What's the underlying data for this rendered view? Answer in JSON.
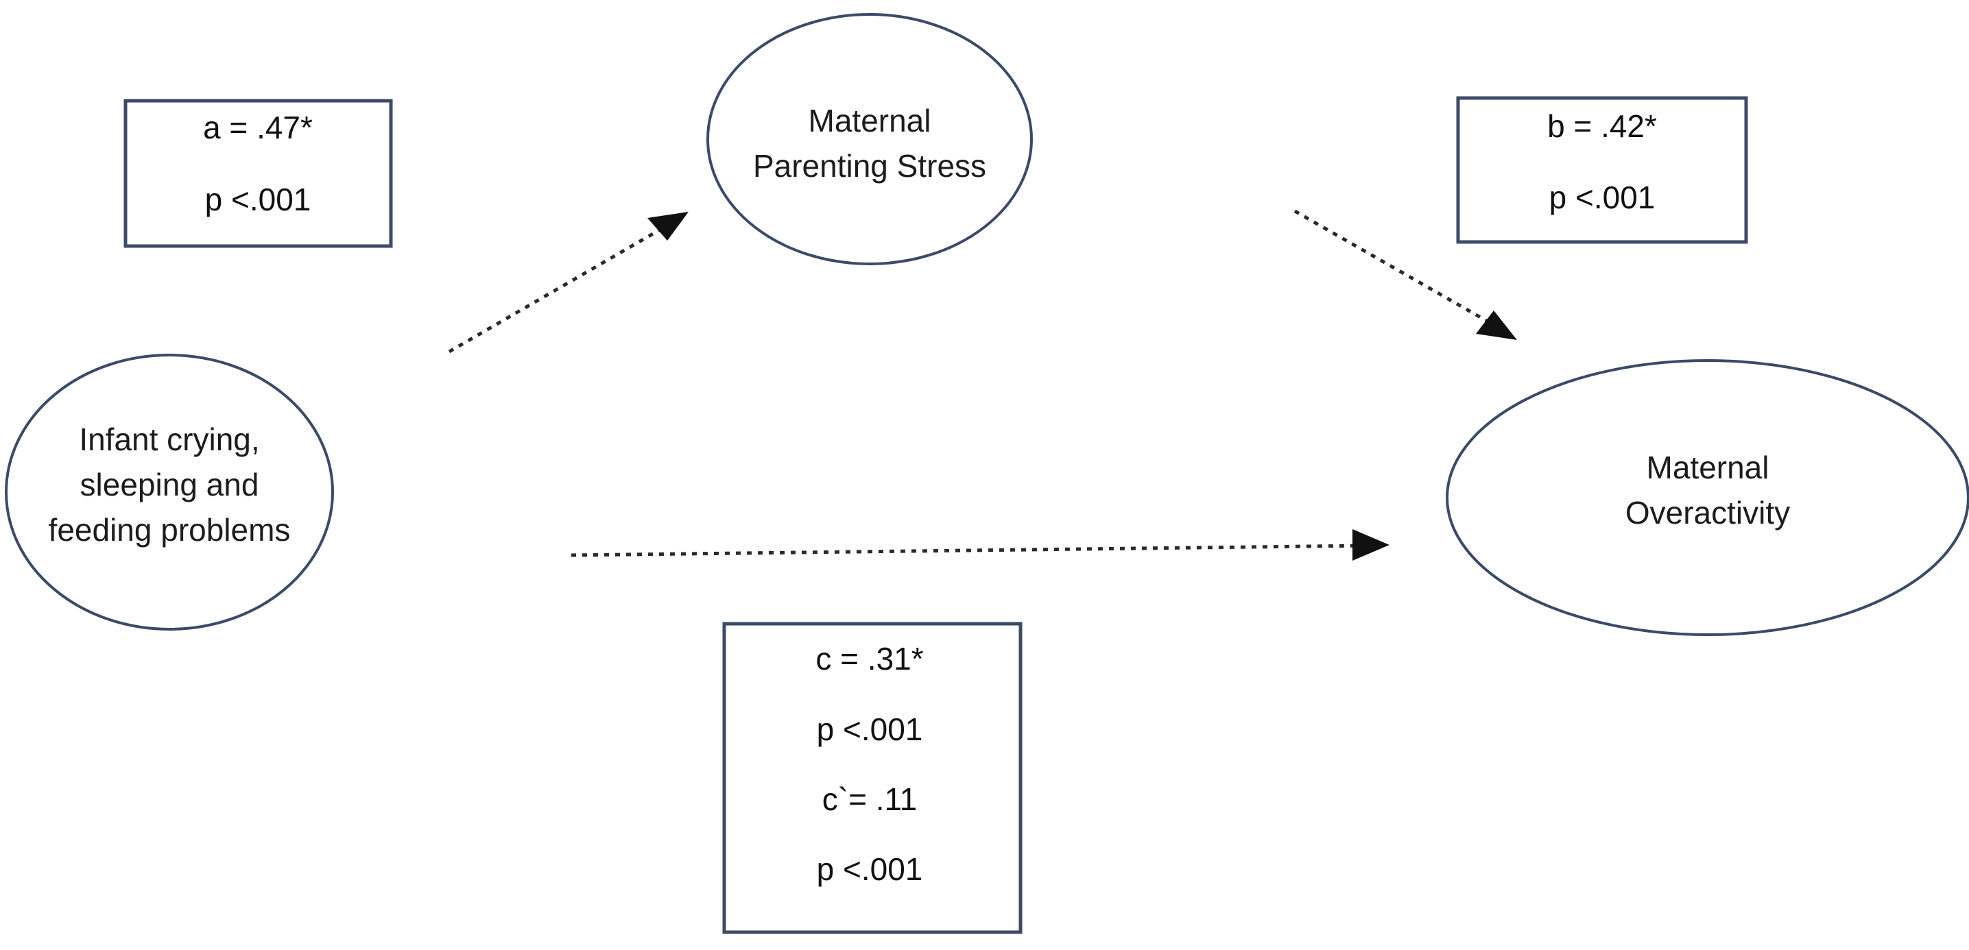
{
  "diagram": {
    "type": "mediation-model",
    "background_color": "#ffffff",
    "node_stroke_color": "#3b4a69",
    "box_stroke_color": "#3d4a68",
    "arrow_color": "#111111",
    "nodes": {
      "predictor": {
        "shape": "ellipse",
        "lines": [
          "Infant crying,",
          "sleeping and",
          "feeding problems"
        ]
      },
      "mediator": {
        "shape": "ellipse",
        "lines": [
          "Maternal",
          "Parenting Stress"
        ]
      },
      "outcome": {
        "shape": "ellipse",
        "lines": [
          "Maternal",
          "Overactivity"
        ]
      }
    },
    "stat_boxes": {
      "path_a": {
        "lines": [
          "a = .47*",
          "p <.001"
        ]
      },
      "path_b": {
        "lines": [
          "b = .42*",
          "p <.001"
        ]
      },
      "path_c": {
        "lines": [
          "c = .31*",
          "p <.001",
          "c`= .11",
          "p <.001"
        ]
      }
    },
    "arrows": [
      {
        "name": "arrow-a",
        "from": "predictor",
        "to": "mediator",
        "style": "dotted"
      },
      {
        "name": "arrow-b",
        "from": "mediator",
        "to": "outcome",
        "style": "dotted"
      },
      {
        "name": "arrow-c",
        "from": "predictor",
        "to": "outcome",
        "style": "dotted"
      }
    ]
  },
  "chart_data": {
    "type": "diagram",
    "title": "",
    "paths": [
      {
        "label": "a",
        "coefficient": 0.47,
        "significant": true,
        "p": "<.001",
        "from": "Infant crying, sleeping and feeding problems",
        "to": "Maternal Parenting Stress"
      },
      {
        "label": "b",
        "coefficient": 0.42,
        "significant": true,
        "p": "<.001",
        "from": "Maternal Parenting Stress",
        "to": "Maternal Overactivity"
      },
      {
        "label": "c",
        "coefficient": 0.31,
        "significant": true,
        "p": "<.001",
        "from": "Infant crying, sleeping and feeding problems",
        "to": "Maternal Overactivity"
      },
      {
        "label": "c`",
        "coefficient": 0.11,
        "significant": false,
        "p": "<.001",
        "from": "Infant crying, sleeping and feeding problems",
        "to": "Maternal Overactivity"
      }
    ]
  }
}
